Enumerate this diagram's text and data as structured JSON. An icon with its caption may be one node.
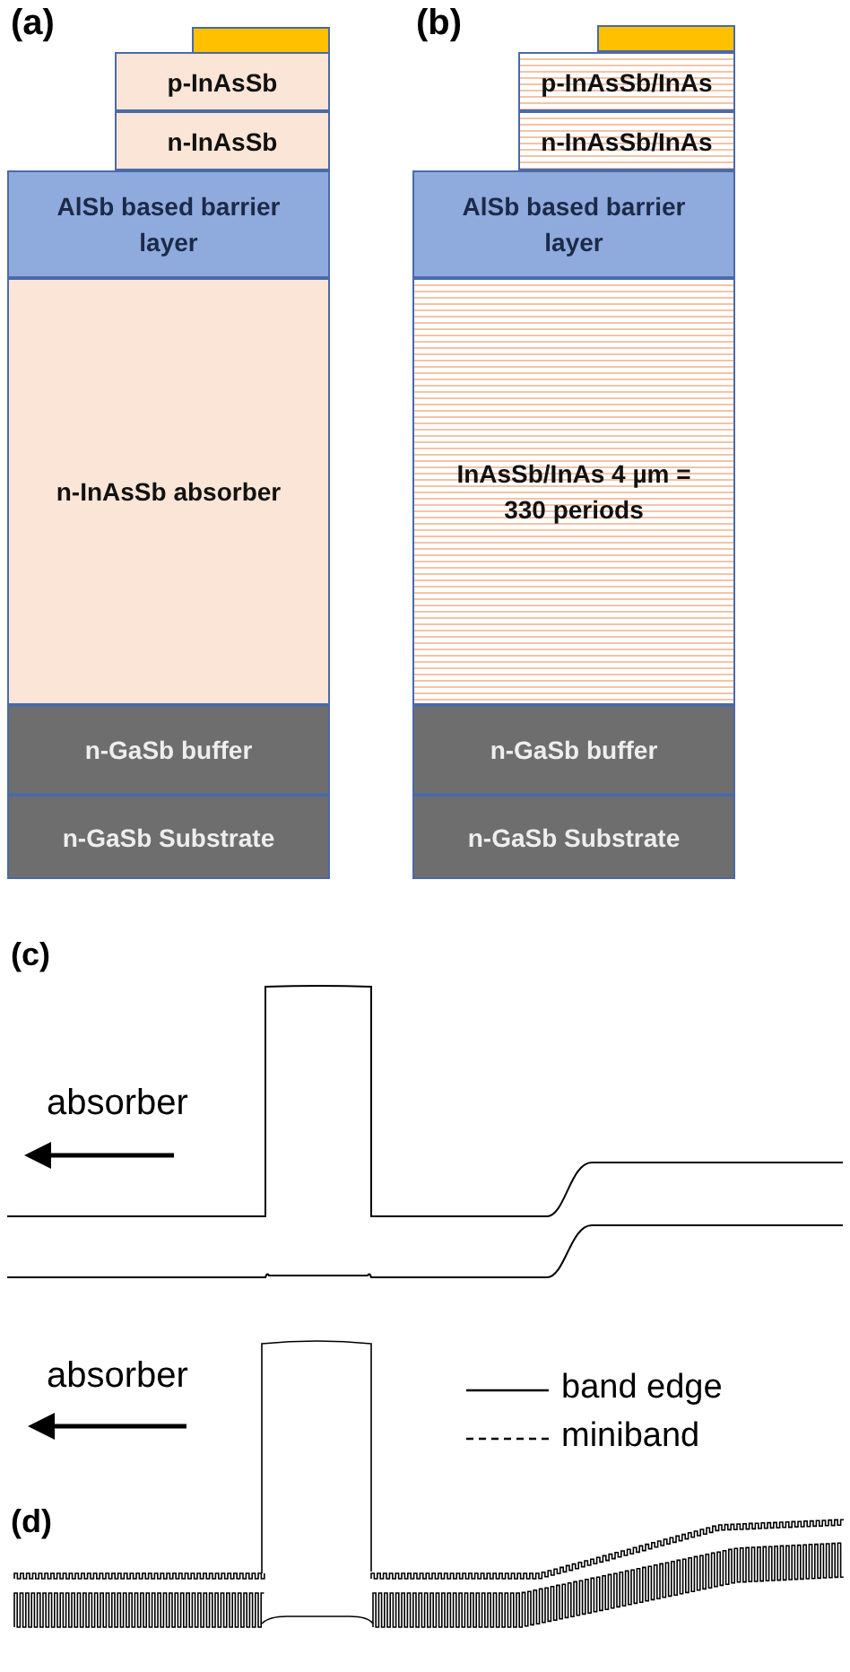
{
  "diagram": {
    "nodes": [
      {
        "text": [],
        "shape": "bar"
      },
      {
        "text": [
          "p-InAsSb"
        ]
      },
      {
        "text": [
          "n-InAsSb"
        ]
      },
      {
        "text": [
          "AlSb based barrier layer"
        ]
      },
      {
        "text": [
          "n-InAsSb absorber"
        ]
      },
      {
        "text": [
          "n-GaSb buffer"
        ]
      },
      {
        "text": [
          "n-GaSb Substrate"
        ]
      },
      {
        "text": [],
        "shape": "bar"
      },
      {
        "text": [
          "p-InAsSb/InAs"
        ]
      },
      {
        "text": [
          "n-InAsSb/InAs"
        ]
      },
      {
        "text": [
          "AlSb based barrier layer"
        ]
      },
      {
        "text": [
          "InAsSb/InAs 4 µm = 330 periods"
        ]
      },
      {
        "text": [
          "n-GaSb buffer"
        ]
      },
      {
        "text": [
          "n-GaSb Substrate"
        ]
      }
    ],
    "edges": [],
    "labels": [
      "(a)",
      "(b)",
      "(c)",
      "absorber",
      "absorber",
      "(d)"
    ],
    "legend": [
      {
        "text": "band edge"
      },
      {
        "text": "miniband"
      }
    ]
  }
}
